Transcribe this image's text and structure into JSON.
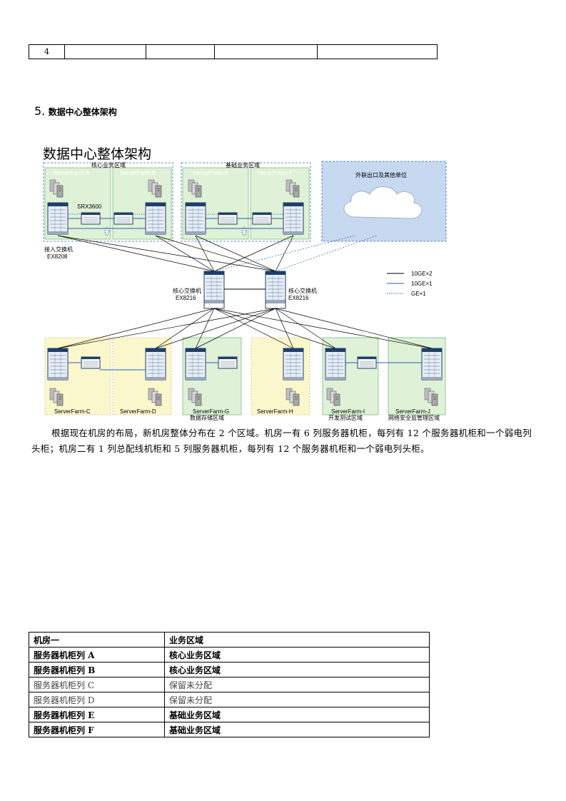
{
  "top_table": {
    "row_number": "4"
  },
  "section": {
    "number": "5.",
    "title": "数据中心整体架构"
  },
  "diagram": {
    "title": "数据中心整体架构",
    "zones": {
      "core_top": "核心业务区域",
      "basic_top": "基础业务区域",
      "external": "外联出口及其他单位",
      "storage": "数据存储区域",
      "dev_test": "开发测试区域",
      "security_mgmt": "网络安全监管理区域"
    },
    "serverfarms": [
      "ServerFarm-A",
      "ServerFarm-B",
      "ServerFarm-E",
      "ServerFarm-F",
      "ServerFarm-C",
      "ServerFarm-D",
      "ServerFarm-G",
      "ServerFarm-H",
      "ServerFarm-I",
      "ServerFarm-J"
    ],
    "firewall_label": "SRX3600",
    "access_switch": {
      "name": "接入交换机",
      "model": "EX8208"
    },
    "core_switch_left": {
      "name": "核心交换机",
      "model": "EX8216"
    },
    "core_switch_right": {
      "name": "核心交换机",
      "model": "EX8216"
    },
    "legend": [
      {
        "label": "10GE×2",
        "style": "solid-black"
      },
      {
        "label": "10GE×1",
        "style": "solid-blue"
      },
      {
        "label": "GE×1",
        "style": "dotted-blue"
      }
    ],
    "colors": {
      "green_zone": "#dff2d8",
      "yellow_zone": "#fbf7cc",
      "blue_zone": "#c6d9f1",
      "line_blue": "#2e5fb3"
    }
  },
  "paragraph": "根据现在机房的布局，新机房整体分布在 2 个区域。机房一有 6 列服务器机柜，每列有 12 个服务器机柜和一个弱电列头柜；机房二有 1 列总配线机柜和 5 列服务器机柜，每列有 12 个服务器机柜和一个弱电列头柜。",
  "room_table": {
    "header": [
      "机房一",
      "业务区域"
    ],
    "rows": [
      {
        "col1": "服务器机柜列 A",
        "col2": "核心业务区域",
        "bold": true
      },
      {
        "col1": "服务器机柜列 B",
        "col2": "核心业务区域",
        "bold": true
      },
      {
        "col1": "服务器机柜列 C",
        "col2": "保留未分配",
        "bold": false
      },
      {
        "col1": "服务器机柜列 D",
        "col2": "保留未分配",
        "bold": false
      },
      {
        "col1": "服务器机柜列 E",
        "col2": "基础业务区域",
        "bold": true
      },
      {
        "col1": "服务器机柜列 F",
        "col2": "基础业务区域",
        "bold": true
      }
    ]
  }
}
